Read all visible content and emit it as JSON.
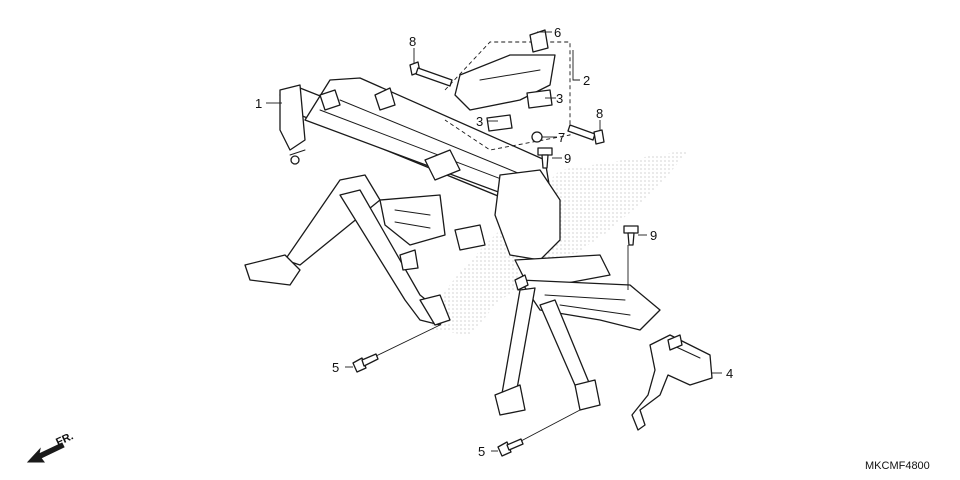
{
  "diagram": {
    "code": "MKCMF4800",
    "direction_label": "FR.",
    "callouts": [
      {
        "id": "c1",
        "label": "1"
      },
      {
        "id": "c2",
        "label": "2"
      },
      {
        "id": "c3a",
        "label": "3"
      },
      {
        "id": "c3b",
        "label": "3"
      },
      {
        "id": "c4",
        "label": "4"
      },
      {
        "id": "c5a",
        "label": "5"
      },
      {
        "id": "c5b",
        "label": "5"
      },
      {
        "id": "c6",
        "label": "6"
      },
      {
        "id": "c7",
        "label": "7"
      },
      {
        "id": "c8a",
        "label": "8"
      },
      {
        "id": "c8b",
        "label": "8"
      },
      {
        "id": "c9a",
        "label": "9"
      },
      {
        "id": "c9b",
        "label": "9"
      }
    ]
  }
}
